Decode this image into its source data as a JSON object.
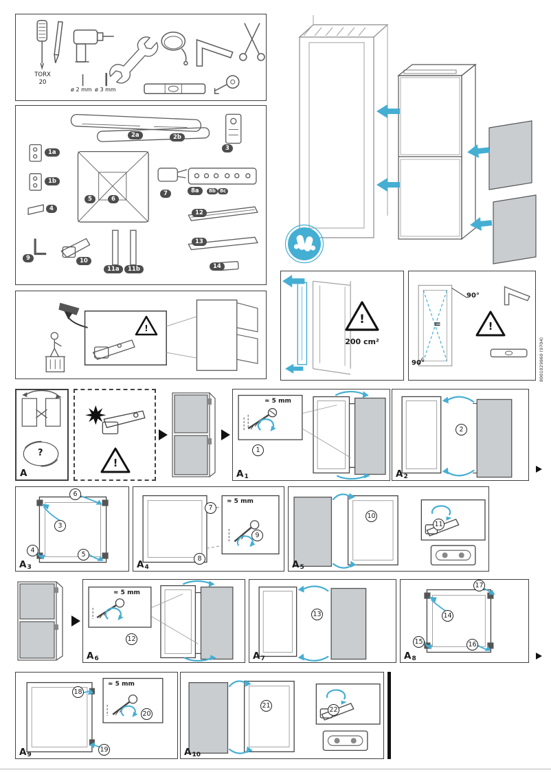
{
  "colors": {
    "accent_blue": "#45aed3"
  },
  "meta": {
    "side_code": "8001029860 (9704)"
  },
  "symbols": {
    "warning_mark": "!",
    "question_mark": "?",
    "equals_sign": "=",
    "approx_5mm": "≈ 5 mm"
  },
  "tools": {
    "torx_label": "TORX",
    "torx_size": "20",
    "bit_2mm": "ø 2 mm",
    "bit_3mm": "ø 3 mm"
  },
  "parts": {
    "p1a": "1a",
    "p1b": "1b",
    "p2a": "2a",
    "p2b": "2b",
    "p3": "3",
    "p4": "4",
    "p5": "5",
    "p6": "6",
    "p7": "7",
    "p8a": "8a",
    "p8b": "8b",
    "p8c": "8c",
    "p9": "9",
    "p10": "10",
    "p11a": "11a",
    "p11b": "11b",
    "p12": "12",
    "p13": "13",
    "p14": "14"
  },
  "ventilation": {
    "area": "200 cm²"
  },
  "alignment": {
    "angle_top": "90°",
    "angle_bottom": "90°"
  },
  "sections": {
    "A": {
      "main": "A",
      "sub": ""
    },
    "A1": {
      "main": "A",
      "sub": "1"
    },
    "A2": {
      "main": "A",
      "sub": "2"
    },
    "A3": {
      "main": "A",
      "sub": "3"
    },
    "A4": {
      "main": "A",
      "sub": "4"
    },
    "A5": {
      "main": "A",
      "sub": "5"
    },
    "A6": {
      "main": "A",
      "sub": "6"
    },
    "A7": {
      "main": "A",
      "sub": "7"
    },
    "A8": {
      "main": "A",
      "sub": "8"
    },
    "A9": {
      "main": "A",
      "sub": "9"
    },
    "A10": {
      "main": "A",
      "sub": "10"
    }
  },
  "steps": {
    "s1": "1",
    "s2": "2",
    "s3": "3",
    "s4": "4",
    "s5": "5",
    "s6": "6",
    "s7": "7",
    "s8": "8",
    "s9": "9",
    "s10": "10",
    "s11": "11",
    "s12": "12",
    "s13": "13",
    "s14": "14",
    "s15": "15",
    "s16": "16",
    "s17": "17",
    "s18": "18",
    "s19": "19",
    "s20": "20",
    "s21": "21",
    "s22": "22"
  }
}
